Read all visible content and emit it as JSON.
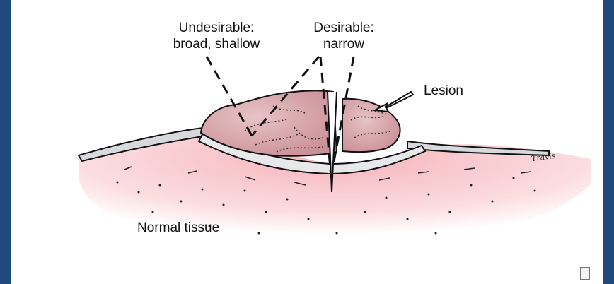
{
  "labels": {
    "undesirable_line1": "Undesirable:",
    "undesirable_line2": "broad, shallow",
    "desirable_line1": "Desirable:",
    "desirable_line2": "narrow",
    "lesion": "Lesion",
    "normal_tissue": "Normal tissue"
  },
  "signature": "Travis",
  "colors": {
    "background_border": "#1f4a7d",
    "tissue_pink": "#f2b8bf",
    "lesion_mauve": "#d9a2a7",
    "outline": "#111111"
  },
  "icons": {
    "corner": "resize-icon"
  }
}
